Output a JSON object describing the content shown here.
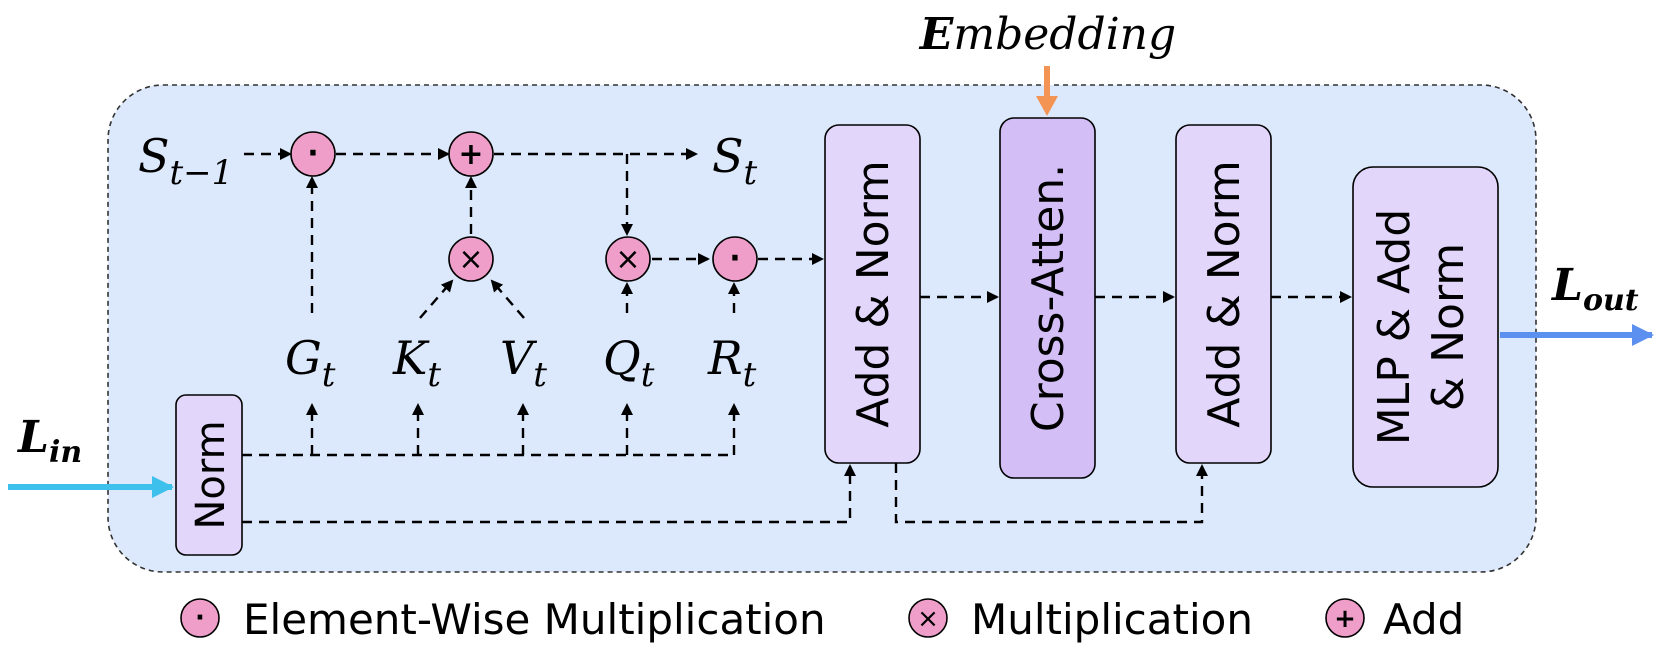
{
  "embedding": {
    "bold": "E",
    "rest": "mbedding"
  },
  "l_in": {
    "base": "L",
    "sub": "in"
  },
  "l_out": {
    "base": "L",
    "sub": "out"
  },
  "s_prev": {
    "base": "S",
    "sub": "t−1"
  },
  "s_next": {
    "base": "S",
    "sub": "t"
  },
  "gates": [
    {
      "base": "G",
      "sub": "t"
    },
    {
      "base": "K",
      "sub": "t"
    },
    {
      "base": "V",
      "sub": "t"
    },
    {
      "base": "Q",
      "sub": "t"
    },
    {
      "base": "R",
      "sub": "t"
    }
  ],
  "blocks": {
    "norm": "Norm",
    "add_norm_1": "Add & Norm",
    "cross_atten": "Cross-Atten.",
    "add_norm_2": "Add & Norm",
    "mlp_line1": "MLP & Add",
    "mlp_line2": "& Norm"
  },
  "operators": {
    "elementwise": "·",
    "multiply": "×",
    "add": "+"
  },
  "legend": [
    {
      "symbol": "·",
      "label": "Element-Wise Multiplication"
    },
    {
      "symbol": "×",
      "label": "Multiplication"
    },
    {
      "symbol": "+",
      "label": "Add"
    }
  ],
  "colors": {
    "container_fill": "#dce8fb",
    "block_fill": "#e3d6fb",
    "cross_atten_fill": "#d3bff6",
    "operator_fill": "#ee9ec9",
    "input_arrow": "#3ec0ec",
    "output_arrow": "#5b8ff0",
    "embedding_arrow": "#f39455"
  }
}
